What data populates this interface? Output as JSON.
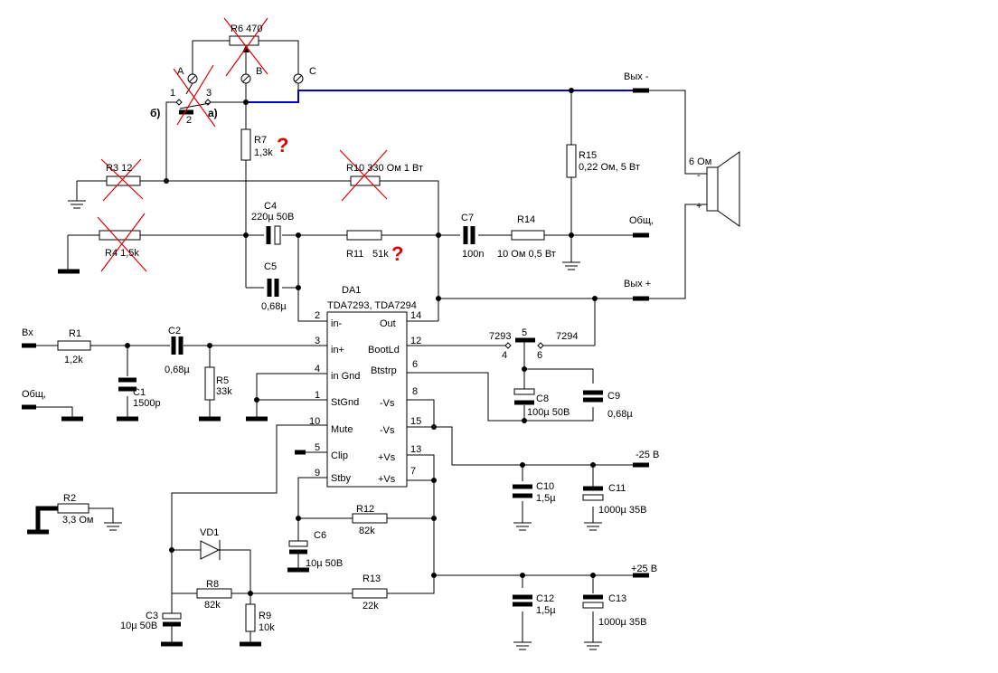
{
  "colors": {
    "bus": "#0000c8",
    "strike": "#e00000",
    "question": "#e00000"
  },
  "io": {
    "in": "Вх",
    "gnd_left": "Общ,",
    "out_minus": "Вых -",
    "gnd_right": "Общ,",
    "out_plus": "Вых +",
    "neg_supply": "-25 В",
    "pos_supply": "+25 В",
    "speaker": "6 Ом",
    "spk_minus": "-",
    "spk_plus": "+"
  },
  "chip": {
    "ref": "DA1",
    "part": "TDA7293, TDA7294",
    "pins_left": [
      {
        "num": "2",
        "name": "in-"
      },
      {
        "num": "3",
        "name": "in+"
      },
      {
        "num": "4",
        "name": "in Gnd"
      },
      {
        "num": "1",
        "name": "StGnd"
      },
      {
        "num": "10",
        "name": "Mute"
      },
      {
        "num": "5",
        "name": "Clip"
      },
      {
        "num": "9",
        "name": "Stby"
      }
    ],
    "pins_right": [
      {
        "num": "14",
        "name": "Out"
      },
      {
        "num": "12",
        "name": "BootLd"
      },
      {
        "num": "6",
        "name": "Btstrp"
      },
      {
        "num": "8",
        "name": "-Vs"
      },
      {
        "num": "15",
        "name": "-Vs"
      },
      {
        "num": "13",
        "name": "+Vs"
      },
      {
        "num": "7",
        "name": "+Vs"
      }
    ]
  },
  "components": {
    "R1": {
      "ref": "R1",
      "value": "1,2k"
    },
    "R2": {
      "ref": "R2",
      "value": "3,3 Ом"
    },
    "R3": {
      "label": "R3  12"
    },
    "R4": {
      "label": "R4  1,5k"
    },
    "R5": {
      "ref": "R5",
      "value": "33k"
    },
    "R6": {
      "label": "R6  470"
    },
    "R7": {
      "ref": "R7",
      "value": "1,3k"
    },
    "R8": {
      "ref": "R8",
      "value": "82k"
    },
    "R9": {
      "ref": "R9",
      "value": "10k"
    },
    "R10": {
      "label": "R10  330 Ом 1 Вт"
    },
    "R11": {
      "ref": "R11",
      "value": "51k"
    },
    "R12": {
      "ref": "R12",
      "value": "82k"
    },
    "R13": {
      "ref": "R13",
      "value": "22k"
    },
    "R14": {
      "ref": "R14",
      "value": "10 Ом 0,5 Вт"
    },
    "R15": {
      "ref": "R15",
      "value": "0,22 Ом, 5 Вт"
    },
    "C1": {
      "ref": "C1",
      "value": "1500p"
    },
    "C2": {
      "ref": "C2",
      "value": "0,68µ"
    },
    "C3": {
      "ref": "C3",
      "value": "10µ 50В"
    },
    "C4": {
      "ref": "C4",
      "value": "220µ 50В"
    },
    "C5": {
      "ref": "C5",
      "value": "0,68µ"
    },
    "C6": {
      "ref": "C6",
      "value": "10µ 50В"
    },
    "C7": {
      "ref": "C7",
      "value": "100n"
    },
    "C8": {
      "ref": "C8",
      "value": "100µ 50В"
    },
    "C9": {
      "ref": "C9",
      "value": "0,68µ"
    },
    "C10": {
      "ref": "C10",
      "value": "1,5µ"
    },
    "C11": {
      "ref": "C11",
      "value": "1000µ 35В"
    },
    "C12": {
      "ref": "C12",
      "value": "1,5µ"
    },
    "C13": {
      "ref": "C13",
      "value": "1000µ 35В"
    },
    "VD1": {
      "ref": "VD1"
    }
  },
  "switch_left": {
    "p1": "1",
    "p2": "2",
    "p3": "3",
    "pos_b": "б)",
    "pos_a": "а)"
  },
  "pot_points": {
    "a": "A",
    "b": "B",
    "c": "C"
  },
  "switch_right": {
    "left_label": "7293",
    "right_label": "7294",
    "p4": "4",
    "p5": "5",
    "p6": "6"
  },
  "marks": {
    "question": "?"
  }
}
